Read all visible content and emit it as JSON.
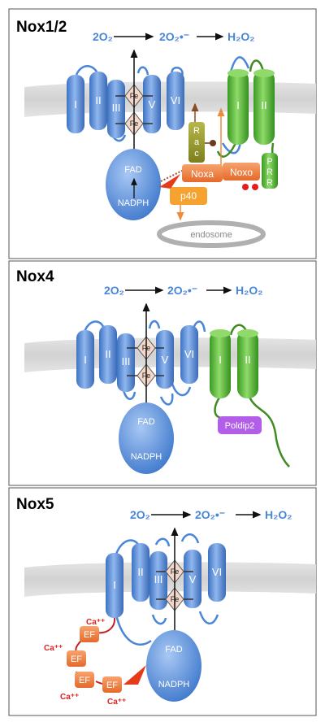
{
  "panels": [
    {
      "title": "Nox1/2",
      "reaction": {
        "left": "2O₂",
        "middle": "2O₂•⁻",
        "right": "H₂O₂"
      },
      "helices": [
        "I",
        "II",
        "III",
        "V",
        "VI"
      ],
      "heme": [
        "Fe",
        "Fe"
      ],
      "fad": "FAD",
      "nadph": "NADPH",
      "partner_helices": [
        "I",
        "II"
      ],
      "labels": {
        "rac": "Rac",
        "noxa": "Noxa",
        "noxo": "Noxo",
        "p40": "p40",
        "prr": "PRR",
        "endosome": "endosome"
      }
    },
    {
      "title": "Nox4",
      "reaction": {
        "left": "2O₂",
        "middle": "2O₂•⁻",
        "right": "H₂O₂"
      },
      "helices": [
        "I",
        "II",
        "III",
        "V",
        "VI"
      ],
      "heme": [
        "Fe",
        "Fe"
      ],
      "fad": "FAD",
      "nadph": "NADPH",
      "partner_helices": [
        "I",
        "II"
      ],
      "labels": {
        "poldip": "Poldip2"
      }
    },
    {
      "title": "Nox5",
      "reaction": {
        "left": "2O₂",
        "middle": "2O₂•⁻",
        "right": "H₂O₂"
      },
      "helices": [
        "I",
        "II",
        "III",
        "V",
        "VI"
      ],
      "heme": [
        "Fe",
        "Fe"
      ],
      "fad": "FAD",
      "nadph": "NADPH",
      "ef_hand": "EF",
      "calcium": "Ca⁺⁺"
    }
  ],
  "colors": {
    "membrane": "#dcdcdc",
    "helix_blue": "#4a86d8",
    "helix_green": "#4caf2e",
    "nox_orange": "#ef7d3c",
    "rac_olive": "#8f8f2a",
    "poldip_purple": "#b35ee8",
    "calcium_red": "#e02020"
  }
}
